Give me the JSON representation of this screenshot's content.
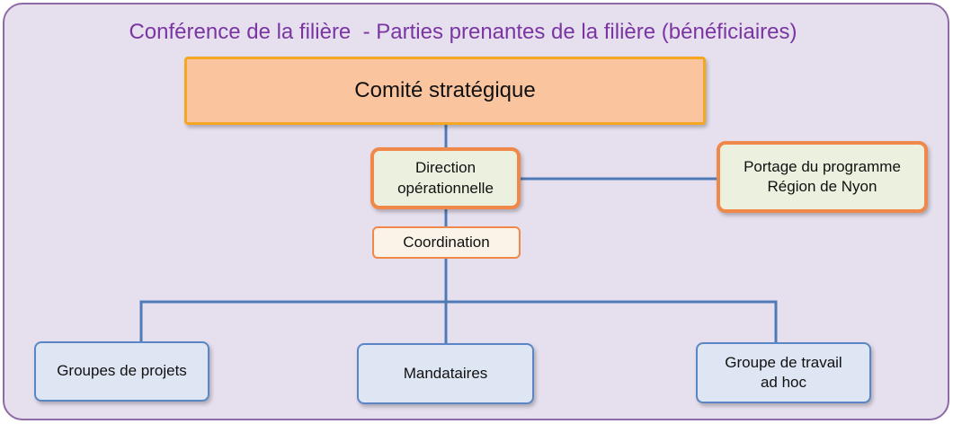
{
  "title": "Conférence de la filière  - Parties prenantes de la filière (bénéficiaires)",
  "nodes": {
    "comite": "Comité stratégique",
    "direction": [
      "Direction",
      "opérationnelle"
    ],
    "portage": [
      "Portage du programme",
      "Région de Nyon"
    ],
    "coordination": "Coordination",
    "groupes": "Groupes de projets",
    "mandataires": "Mandataires",
    "groupe_travail": [
      "Groupe de travail",
      "ad hoc"
    ]
  },
  "colors": {
    "frame_border": "#8e6aa6",
    "frame_fill": "#e6e0ee",
    "title": "#7a35a3",
    "accent_orange": "#f0884a",
    "connector_blue": "#4f7ab8"
  }
}
